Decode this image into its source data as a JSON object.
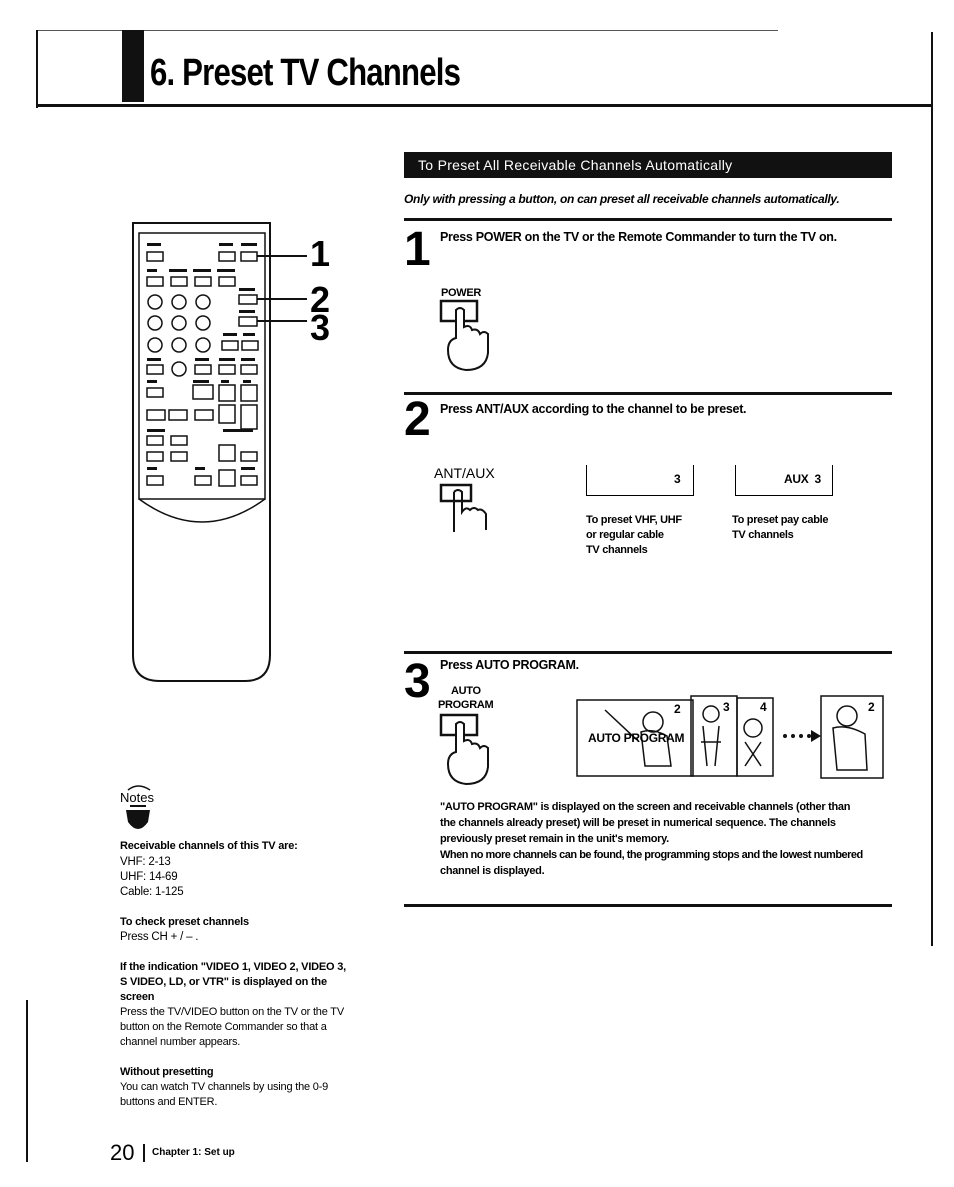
{
  "header": {
    "title": "6. Preset TV Channels"
  },
  "section": {
    "banner": "To Preset All Receivable Channels Automatically",
    "intro": "Only with pressing a button, on can preset all receivable channels automatically."
  },
  "remote_callouts": [
    "1",
    "2",
    "3"
  ],
  "steps": [
    {
      "num": "1",
      "text": "Press POWER on the TV or the Remote Commander to turn the TV on.",
      "button_label": "POWER"
    },
    {
      "num": "2",
      "text": "Press ANT/AUX according to the channel to be preset.",
      "button_label": "ANT/AUX",
      "display_a": {
        "value": "3",
        "caption": [
          "To preset VHF, UHF",
          "or regular cable",
          "TV channels"
        ]
      },
      "display_b": {
        "value": "AUX  3",
        "caption": [
          "To preset pay cable",
          "TV channels"
        ]
      }
    },
    {
      "num": "3",
      "text": "Press AUTO PROGRAM.",
      "button_label_1": "AUTO",
      "button_label_2": "PROGRAM",
      "screen_overlay": "AUTO PROGRAM",
      "screen_channels": [
        "2",
        "3",
        "4",
        "2"
      ],
      "description": [
        "\"AUTO PROGRAM\" is displayed on the screen and receivable channels (other than",
        "the channels already preset) will be preset in numerical sequence. The channels",
        "previously preset remain in the unit's memory.",
        "When no more channels can be found, the programming stops and the lowest numbered",
        "channel is displayed."
      ]
    }
  ],
  "notes": {
    "label": "Notes",
    "receivable_heading": "Receivable channels of this TV are:",
    "receivable_lines": [
      "VHF: 2-13",
      "UHF: 14-69",
      "Cable: 1-125"
    ],
    "check_heading": "To check preset channels",
    "check_text": "Press CH + / – .",
    "indication_heading": [
      "If the indication \"VIDEO 1, VIDEO 2, VIDEO 3,",
      "S VIDEO, LD, or VTR\" is displayed on the",
      "screen"
    ],
    "indication_text": [
      "Press the TV/VIDEO button on the TV or the TV",
      "button on the Remote Commander so that a",
      "channel number appears."
    ],
    "without_heading": "Without presetting",
    "without_text": [
      "You can watch TV channels by using the 0-9",
      "buttons and ENTER."
    ]
  },
  "footer": {
    "page_number": "20",
    "chapter": "Chapter 1: Set up"
  }
}
